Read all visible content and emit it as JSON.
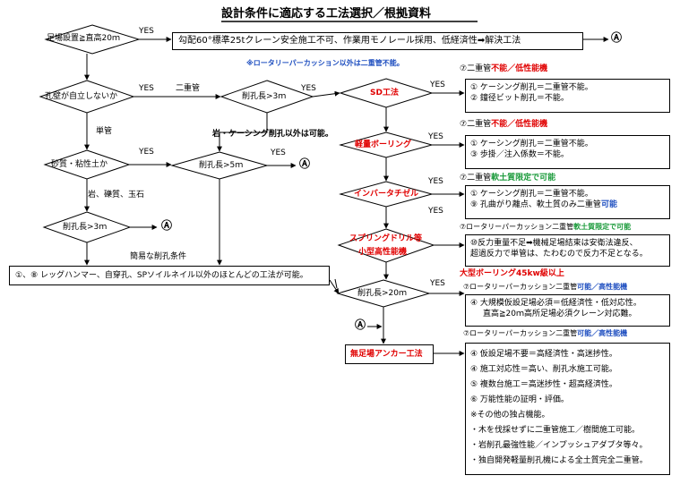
{
  "title": "設計条件に適応する工法選択／根拠資料",
  "diamonds": {
    "scaffold": "足場設置≧直高20ｍ",
    "wall_stable": "孔壁が自立しないか",
    "sandy": "砂質・粘性土か",
    "hole_len_left": "削孔長>3ｍ",
    "hole_len_mid": "削孔長>3ｍ",
    "hole_len_5": "削孔長>5ｍ",
    "sd": "SD工法",
    "light_boring": "軽量ボーリング",
    "inverter": "インバータチゼル",
    "spring_drill_1": "スプリングドリル等",
    "spring_drill_2": "小型高性能機",
    "hole_len_20": "削孔長>20ｍ"
  },
  "labels": {
    "yes": "YES",
    "double_pipe": "二重管",
    "single_pipe": "単管",
    "rock": "岩、礫質、玉石",
    "rock_casing": "岩・ケーシング削孔以外は可能。",
    "simple_drill": "簡易な削孔条件",
    "rotary_note": "※ロータリーパーカッション以外は二重管不能。",
    "large_boring": "大型ボーリング45kw級以上",
    "a_mark": "Ⓐ"
  },
  "boxes": {
    "top_box": "勾配60°標準25tクレーン安全施工不可、作業用モノレール採用、低経済性➡解決工法",
    "left_bottom": "①、⑧ レッグハンマー、自穿孔、SPソイルネイル以外のほとんどの工法が可能。",
    "no_scaffold": "無足場アンカー工法"
  },
  "notes": {
    "n1_a": "⑦",
    "n1_b": "二重管",
    "n1_c": "不能／低性能機",
    "n2_a": "⑦",
    "n2_b": "二重管",
    "n2_c": "不能／低性能機",
    "n3_a": "⑦",
    "n3_b": "二重管",
    "n3_c": "軟土質限定で可能",
    "n4_a": "⑦",
    "n4_b": "ロータリーパーカッション二重管",
    "n4_c": "軟土質限定で可能",
    "n5_a": "⑦",
    "n5_b": "ロータリーパーカッション二重管",
    "n5_c": "可能／高性能機",
    "n6_a": "⑦",
    "n6_b": "ロータリーパーカッション二重管",
    "n6_c": "可能／高性能機"
  },
  "panels": {
    "p1_l1": "① ケーシング削孔＝二重管不能。",
    "p1_l2": "② 鐘径ビット削孔＝不能。",
    "p2_l1": "① ケーシング削孔＝二重管不能。",
    "p2_l2": "③ 歩掛／注入係数＝不能。",
    "p3_l1": "① ケーシング削孔＝二重管不能。",
    "p3_l2a": "⑨ 孔曲がり離点、軟土質のみ二重管",
    "p3_l2b": "可能",
    "p4_l1": "⑩反力重量不足➡機械足場結束は安衛法違反、",
    "p4_l2": "超過反力で単管は、たわむので反力不足となる。",
    "p5_l1": "④ 大規模仮設足場必須＝低経済性・低対応性。",
    "p5_l2": "直高≧20ｍ高所足場必須クレーン対応難。",
    "p6_l1": "④ 仮設足場不要＝高経済性・高迷捗性。",
    "p6_l2": "④ 施工対応性＝高い、削孔水施工可能。",
    "p6_l3": "⑤ 複数台施工＝高迷捗性・超高経済性。",
    "p6_l4": "⑥ 万能性能の証明・評価。",
    "p6_l5": "※その他の独占機能。",
    "p6_l6": "・木を伐採せずに二重管施工／樹間施工可能。",
    "p6_l7": "・岩削孔最強性能／インプッシュアダプタ等々。",
    "p6_l8": "・独自開発軽量削孔機による全土質完全二重管。"
  },
  "colors": {
    "red": "#e00000",
    "blue": "#1f4fc0",
    "green": "#1a9a3a"
  }
}
